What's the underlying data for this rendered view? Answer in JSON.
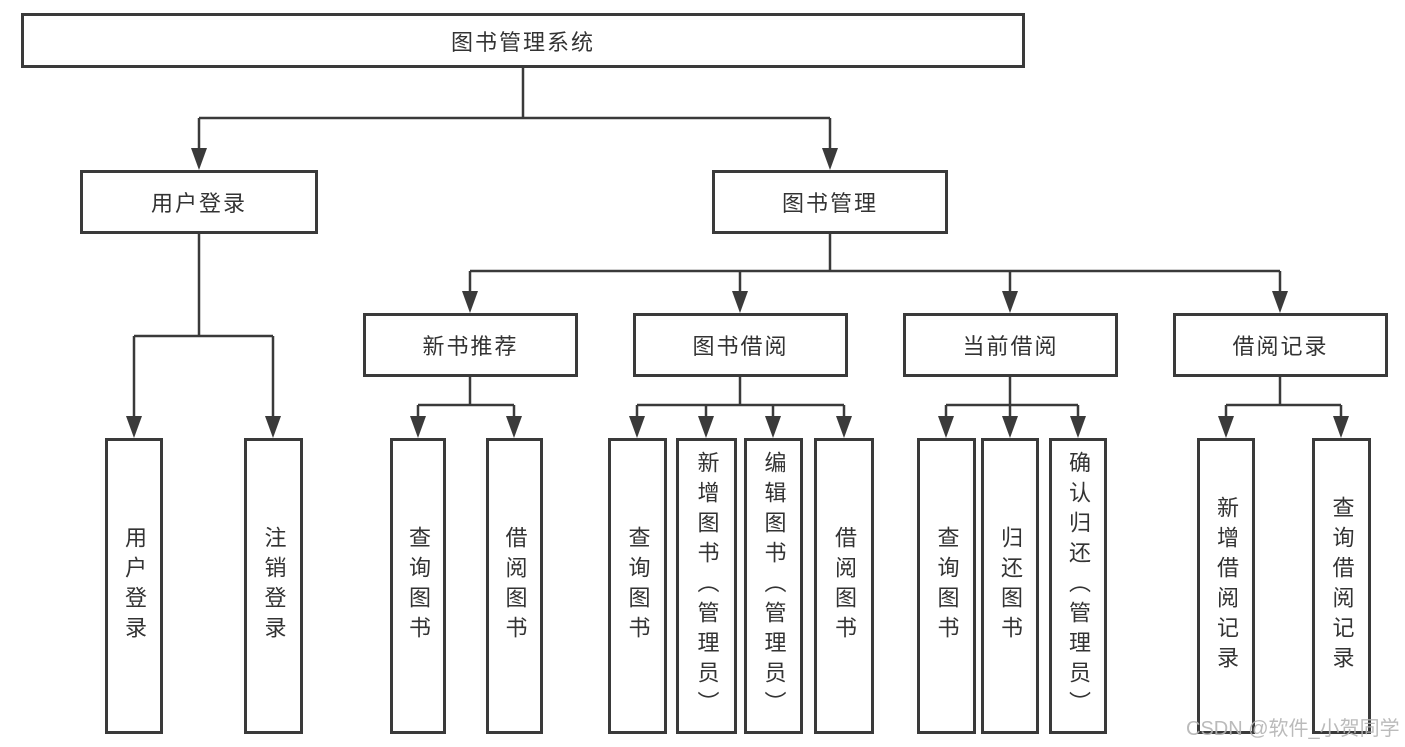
{
  "diagram": {
    "root": {
      "label": "图书管理系统"
    },
    "level2": [
      {
        "label": "用户登录"
      },
      {
        "label": "图书管理"
      }
    ],
    "level3": [
      {
        "label": "新书推荐"
      },
      {
        "label": "图书借阅"
      },
      {
        "label": "当前借阅"
      },
      {
        "label": "借阅记录"
      }
    ],
    "leaves": [
      {
        "label": "用户登录"
      },
      {
        "label": "注销登录"
      },
      {
        "label": "查询图书"
      },
      {
        "label": "借阅图书"
      },
      {
        "label": "查询图书"
      },
      {
        "label": "新增图书（管理员）"
      },
      {
        "label": "编辑图书（管理员）"
      },
      {
        "label": "借阅图书"
      },
      {
        "label": "查询图书"
      },
      {
        "label": "归还图书"
      },
      {
        "label": "确认归还（管理员）"
      },
      {
        "label": "新增借阅记录"
      },
      {
        "label": "查询借阅记录"
      }
    ]
  },
  "watermark": {
    "text": "CSDN @软件_小贺同学"
  },
  "colors": {
    "border": "#3a3a3a",
    "line": "#3a3a3a",
    "text": "#333333",
    "watermark": "#b4b4b4",
    "background": "#ffffff"
  }
}
